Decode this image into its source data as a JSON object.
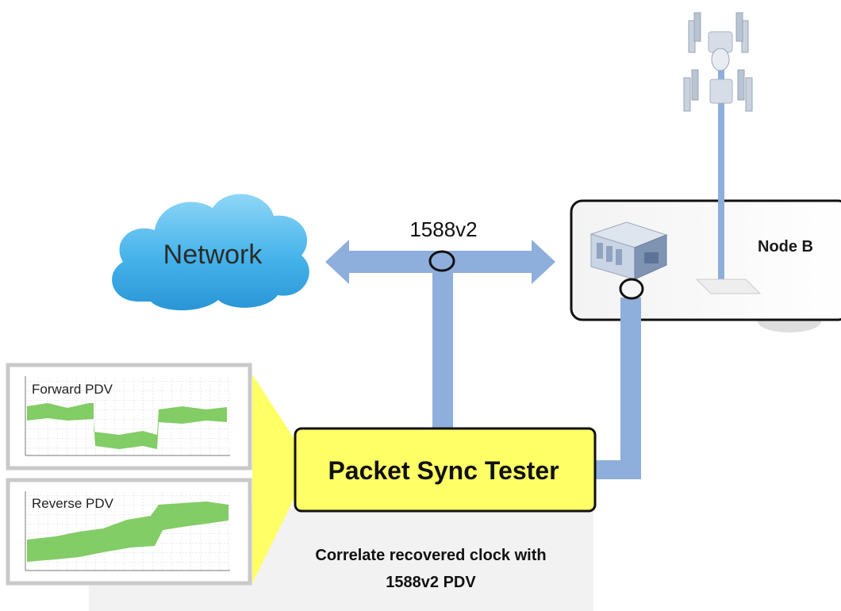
{
  "network": {
    "label": "Network"
  },
  "link": {
    "label": "1588v2"
  },
  "node_b": {
    "label": "Node B"
  },
  "tester": {
    "label": "Packet Sync Tester"
  },
  "caption": {
    "line1": "Correlate recovered clock with",
    "line2": "1588v2  PDV"
  },
  "graphs": {
    "forward": {
      "label": "Forward PDV"
    },
    "reverse": {
      "label": "Reverse PDV"
    }
  },
  "colors": {
    "link_blue": "#8eaedb",
    "cloud_blue": "#49b6ea",
    "tester_yellow": "#ffff66",
    "pdv_green": "#6cc44a",
    "callout_yellow": "#ffff66"
  }
}
